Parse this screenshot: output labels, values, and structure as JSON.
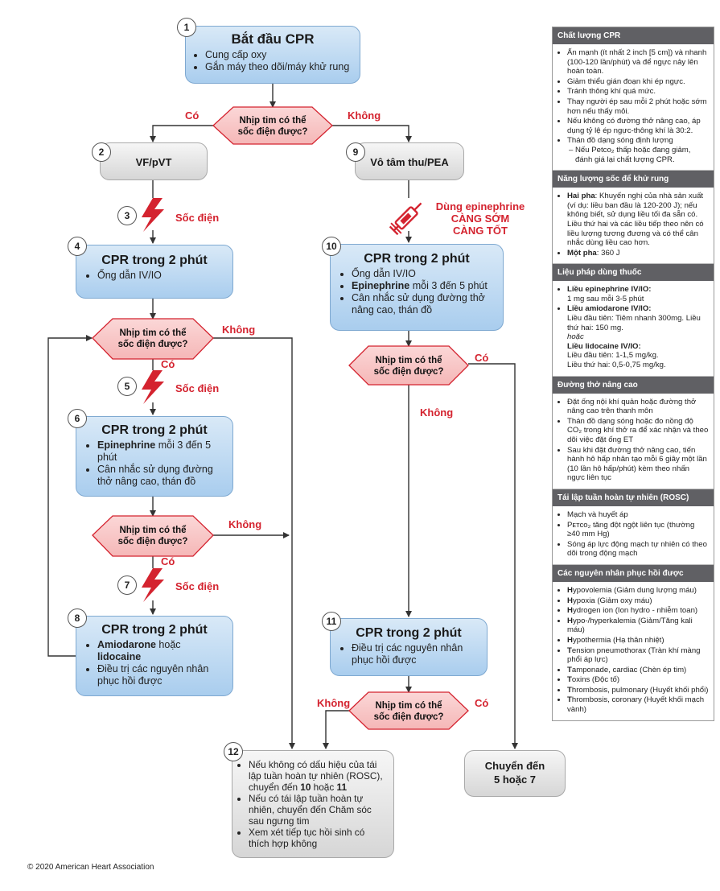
{
  "boxes": {
    "b1": {
      "num": "1",
      "title": "Bắt đầu CPR",
      "items": [
        "Cung cấp oxy",
        "Gắn máy theo dõi/máy khử rung"
      ]
    },
    "b2": {
      "num": "2",
      "title": "VF/pVT"
    },
    "b3": {
      "num": "3",
      "action": "Sốc điện"
    },
    "b4": {
      "num": "4",
      "title": "CPR trong 2 phút",
      "items": [
        "Ống dẫn IV/IO"
      ]
    },
    "b5": {
      "num": "5",
      "action": "Sốc điện"
    },
    "b6": {
      "num": "6",
      "title": "CPR trong 2 phút",
      "item1_bold": "Epinephrine",
      "item1_rest": " mỗi 3 đến 5 phút",
      "item2": "Cân nhắc sử dụng đường thở nâng cao, thán đồ"
    },
    "b7": {
      "num": "7",
      "action": "Sốc điện"
    },
    "b8": {
      "num": "8",
      "title": "CPR trong 2 phút",
      "item1_bold1": "Amiodarone",
      "item1_mid": " hoặc ",
      "item1_bold2": "lidocaine",
      "item2": "Điều trị các nguyên nhân phục hồi được"
    },
    "b9": {
      "num": "9",
      "title": "Vô tâm thu/PEA"
    },
    "b10": {
      "num": "10",
      "title": "CPR trong 2 phút",
      "item1": "Ống dẫn IV/IO",
      "item2_bold": "Epinephrine",
      "item2_rest": " mỗi 3 đến 5 phút",
      "item3": "Cân nhắc sử dụng đường thở nâng cao, thán đồ"
    },
    "b11": {
      "num": "11",
      "title": "CPR trong 2 phút",
      "items": [
        "Điều trị các nguyên nhân phục hồi được"
      ]
    },
    "b12": {
      "num": "12",
      "i1a": "Nếu không có dấu hiệu của tái lập tuần hoàn tự nhiên (ROSC), chuyển đến ",
      "i1b": "10",
      "i1c": " hoặc ",
      "i1d": "11",
      "i2": "Nếu có tái lập tuần hoàn tự nhiên, chuyển đến Chăm sóc sau ngưng tim",
      "i3": "Xem xét tiếp tục hồi sinh có thích hợp không"
    },
    "transfer": {
      "line1": "Chuyển đến",
      "line2": "5 hoặc 7"
    }
  },
  "decision": {
    "line1": "Nhịp tim có thể",
    "line2": "sốc điện được?"
  },
  "labels": {
    "yes": "Có",
    "no": "Không",
    "epi": [
      "Dùng epinephrine",
      "CÀNG SỚM",
      "CÀNG TỐT"
    ]
  },
  "copyright": "© 2020 American Heart Association",
  "sidebar": {
    "cpr_quality": {
      "title": "Chất lượng CPR",
      "items": [
        "Ấn mạnh (ít nhất 2 inch [5 cm]) và nhanh (100-120 lần/phút) và để ngực nảy lên hoàn toàn.",
        "Giảm thiểu gián đoạn khi ép ngực.",
        "Tránh thông khí quá mức.",
        "Thay người ép sau mỗi 2 phút hoặc sớm hơn nếu thấy mỏi.",
        "Nếu không có đường thở nâng cao, áp dụng tỷ lệ ép ngực-thông khí là 30:2.",
        "Thán đồ dạng sóng định lượng"
      ],
      "sub": "– Nếu Petco₂ thấp hoặc đang giảm, đánh giá lại chất lượng CPR."
    },
    "shock_energy": {
      "title": "Năng lượng sốc để khử rung",
      "bi_bold": "Hai pha",
      "bi_text": ": Khuyến nghị của nhà sản xuất (ví dụ: liều ban đầu là 120-200 J); nếu không biết, sử dụng liều tối đa sẵn có. Liều thứ hai và các liều tiếp theo nên có liều lượng tương đương và có thể cân nhắc dùng liều cao hơn.",
      "mono_bold": "Một pha",
      "mono_text": ": 360 J"
    },
    "drug": {
      "title": "Liệu pháp dùng thuốc",
      "epi_bold": "Liều epinephrine IV/IO:",
      "epi_text": "1 mg sau mỗi 3-5 phút",
      "amio_bold": "Liều amiodarone IV/IO:",
      "amio_text": "Liều đầu tiên: Tiêm nhanh 300mg. Liều thứ hai: 150 mg.",
      "or": "hoặc",
      "lido_bold": "Liều lidocaine IV/IO:",
      "lido_text1": "Liều đầu tiên: 1-1,5 mg/kg.",
      "lido_text2": "Liều thứ hai: 0,5-0,75 mg/kg."
    },
    "airway": {
      "title": "Đường thở nâng cao",
      "items": [
        "Đặt ống nội khí quản hoặc đường thở nâng cao trên thanh môn",
        "Thán đồ dạng sóng hoặc đo nồng độ CO₂ trong khí thở ra để xác nhận và theo dõi việc đặt ống ET",
        "Sau khi đặt đường thở nâng cao, tiến hành hô hấp nhân tạo mỗi 6 giây một lần (10 lần hô hấp/phút) kèm theo nhấn ngực liên tục"
      ]
    },
    "rosc": {
      "title": "Tái lập tuần hoàn tự nhiên (ROSC)",
      "items": [
        "Mạch và huyết áp",
        "Pᴇᴛᴄᴏ₂ tăng đột ngột liên tục (thường ≥40 mm Hg)",
        "Sóng áp lực động mạch tự nhiên có theo dõi trong động mạch"
      ]
    },
    "causes": {
      "title": "Các nguyên nhân phục hồi được",
      "items": [
        {
          "b": "H",
          "t": "ypovolemia (Giảm dung lượng máu)"
        },
        {
          "b": "H",
          "t": "ypoxia (Giảm oxy máu)"
        },
        {
          "b": "H",
          "t": "ydrogen ion (Ion hydro - nhiễm toan)"
        },
        {
          "b": "H",
          "t": "ypo-/hyperkalemia (Giảm/Tăng kali máu)"
        },
        {
          "b": "H",
          "t": "ypothermia (Hạ thân nhiệt)"
        },
        {
          "b": "T",
          "t": "ension pneumothorax (Tràn khí màng phổi áp lực)"
        },
        {
          "b": "T",
          "t": "amponade, cardiac (Chèn ép tim)"
        },
        {
          "b": "T",
          "t": "oxins (Độc tố)"
        },
        {
          "b": "T",
          "t": "hrombosis, pulmonary (Huyết khối phổi)"
        },
        {
          "b": "T",
          "t": "hrombosis, coronary (Huyết khối mạch vành)"
        }
      ]
    }
  }
}
